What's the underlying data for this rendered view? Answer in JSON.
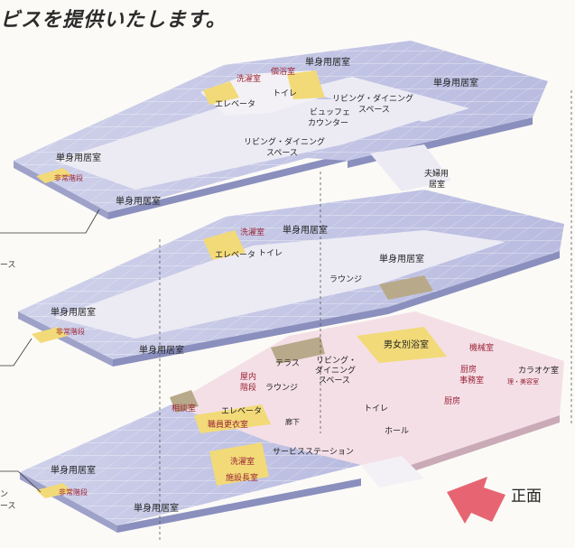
{
  "heading": "ビスを提供いたします。",
  "front_label": "正面",
  "edge_fragments": [
    "ース",
    "ン",
    "ース"
  ],
  "floors": [
    {
      "id": "top",
      "labels": [
        {
          "key": "r1",
          "text": "単身用居室"
        },
        {
          "key": "r2",
          "text": "単身用居室"
        },
        {
          "key": "r3",
          "text": "単身用居室"
        },
        {
          "key": "r4",
          "text": "単身用居室"
        },
        {
          "key": "laundry",
          "text": "洗濯室"
        },
        {
          "key": "bath",
          "text": "個浴室"
        },
        {
          "key": "elevator",
          "text": "エレベータ"
        },
        {
          "key": "toilet",
          "text": "トイレ"
        },
        {
          "key": "living1",
          "text": "リビング・ダイニング"
        },
        {
          "key": "living1b",
          "text": "スペース"
        },
        {
          "key": "buffet1",
          "text": "ビュッフェ"
        },
        {
          "key": "buffet2",
          "text": "カウンター"
        },
        {
          "key": "living2",
          "text": "リビング・ダイニング"
        },
        {
          "key": "living2b",
          "text": "スペース"
        },
        {
          "key": "emergency",
          "text": "非常階段"
        },
        {
          "key": "couple1",
          "text": "夫婦用"
        },
        {
          "key": "couple2",
          "text": "居室"
        }
      ]
    },
    {
      "id": "middle",
      "labels": [
        {
          "key": "r1",
          "text": "単身用居室"
        },
        {
          "key": "r2",
          "text": "単身用居室"
        },
        {
          "key": "r3",
          "text": "単身用居室"
        },
        {
          "key": "r4",
          "text": "単身用居室"
        },
        {
          "key": "laundry",
          "text": "洗濯室"
        },
        {
          "key": "elevator",
          "text": "エレベータ"
        },
        {
          "key": "toilet",
          "text": "トイレ"
        },
        {
          "key": "lounge",
          "text": "ラウンジ"
        },
        {
          "key": "emergency",
          "text": "非常階段"
        }
      ]
    },
    {
      "id": "ground",
      "labels": [
        {
          "key": "bath",
          "text": "男女別浴室"
        },
        {
          "key": "machine",
          "text": "機械室"
        },
        {
          "key": "terrace",
          "text": "テラス"
        },
        {
          "key": "living1",
          "text": "リビング・"
        },
        {
          "key": "living2",
          "text": "ダイニング"
        },
        {
          "key": "living3",
          "text": "スペース"
        },
        {
          "key": "office1",
          "text": "厨房"
        },
        {
          "key": "office2",
          "text": "事務室"
        },
        {
          "key": "karaoke",
          "text": "カラオケ室"
        },
        {
          "key": "karaoke2",
          "text": "理・美容室"
        },
        {
          "key": "stairs1",
          "text": "屋内"
        },
        {
          "key": "stairs2",
          "text": "階段"
        },
        {
          "key": "lounge",
          "text": "ラウンジ"
        },
        {
          "key": "consult",
          "text": "相談室"
        },
        {
          "key": "elevator",
          "text": "エレベータ"
        },
        {
          "key": "staff",
          "text": "職員更衣室"
        },
        {
          "key": "corridor",
          "text": "廊下"
        },
        {
          "key": "toilet",
          "text": "トイレ"
        },
        {
          "key": "kitchen",
          "text": "厨房"
        },
        {
          "key": "hall",
          "text": "ホール"
        },
        {
          "key": "service",
          "text": "サービスステーション"
        },
        {
          "key": "laundry",
          "text": "洗濯室"
        },
        {
          "key": "director",
          "text": "施設長室"
        },
        {
          "key": "r1",
          "text": "単身用居室"
        },
        {
          "key": "r2",
          "text": "単身用居室"
        },
        {
          "key": "emergency",
          "text": "非常階段"
        }
      ]
    }
  ],
  "colors": {
    "room_top": "#c9cbe6",
    "room_side": "#9ea2c9",
    "corridor": "#ecebf4",
    "public_pink": "#f4dfe7",
    "public_side": "#c9aab6",
    "yellow": "#f2da78",
    "olive": "#b8a98a",
    "label_red": "#9b2335",
    "label_dark": "#222",
    "arrow": "#e34a5a"
  }
}
